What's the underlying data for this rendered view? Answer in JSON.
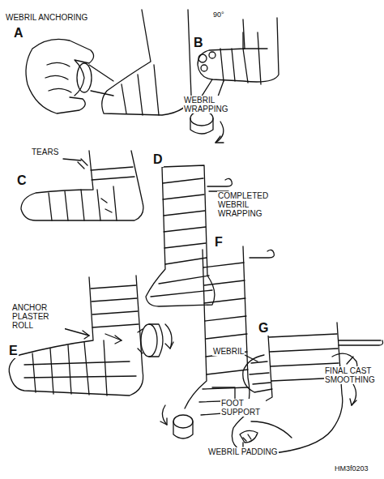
{
  "diagram": {
    "labels": [
      "WEBRIL ANCHORING",
      "A",
      "90°",
      "B",
      "WEBRIL WRAPPING",
      "TEARS",
      "C",
      "D",
      "COMPLETED WEBRIL WRAPPING",
      "ANCHOR PLASTER ROLL",
      "E",
      "F",
      "FOOT SUPPORT",
      "G",
      "WEBRIL",
      "FINAL CAST SMOOTHING",
      "WEBRIL PADDING",
      "HM3f0203"
    ]
  }
}
